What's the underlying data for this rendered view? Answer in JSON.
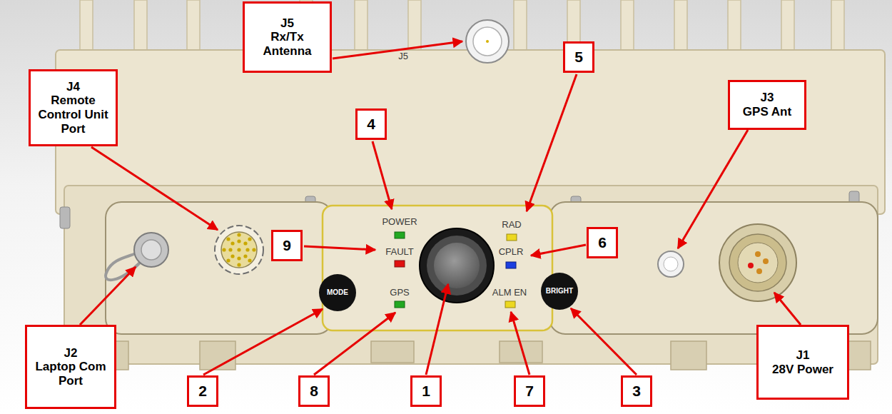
{
  "diagram": {
    "nodes": [
      {
        "text": [
          "J5",
          "Rx/Tx Antenna"
        ]
      },
      {
        "text": [
          "J4",
          "Remote Control Unit Port"
        ]
      },
      {
        "text": [
          "4"
        ]
      },
      {
        "text": [
          "5"
        ]
      },
      {
        "text": [
          "J3",
          "GPS Ant"
        ]
      },
      {
        "text": [
          "9"
        ]
      },
      {
        "text": [
          "6"
        ]
      },
      {
        "text": [
          "J2",
          "Laptop Com Port"
        ]
      },
      {
        "text": [
          "2"
        ]
      },
      {
        "text": [
          "8"
        ]
      },
      {
        "text": [
          "1"
        ]
      },
      {
        "text": [
          "7"
        ]
      },
      {
        "text": [
          "3"
        ]
      },
      {
        "text": [
          "J1",
          "28V Power"
        ]
      }
    ],
    "labels": [
      "J5",
      "POWER",
      "FAULT",
      "GPS",
      "RAD",
      "CPLR",
      "ALM EN",
      "MODE",
      "BRIGHT"
    ]
  }
}
